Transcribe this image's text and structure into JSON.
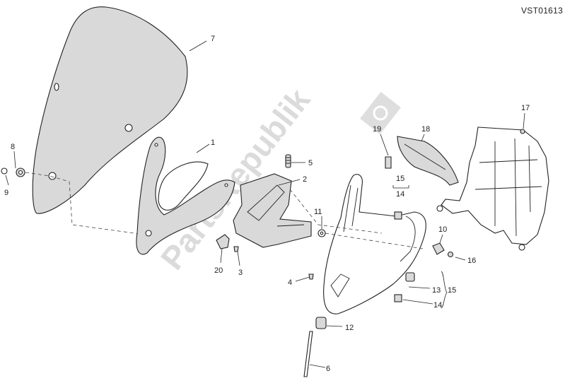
{
  "reference_code": "VST01613",
  "watermark": "PartsRepublik",
  "callouts": [
    "1",
    "2",
    "3",
    "4",
    "5",
    "6",
    "7",
    "8",
    "9",
    "10",
    "11",
    "12",
    "13",
    "14",
    "15",
    "16",
    "17",
    "18",
    "19",
    "20"
  ],
  "bracket_labels": {
    "upper_15": "15",
    "upper_14": "14",
    "lower_13": "13",
    "lower_15": "15",
    "lower_14": "14"
  }
}
